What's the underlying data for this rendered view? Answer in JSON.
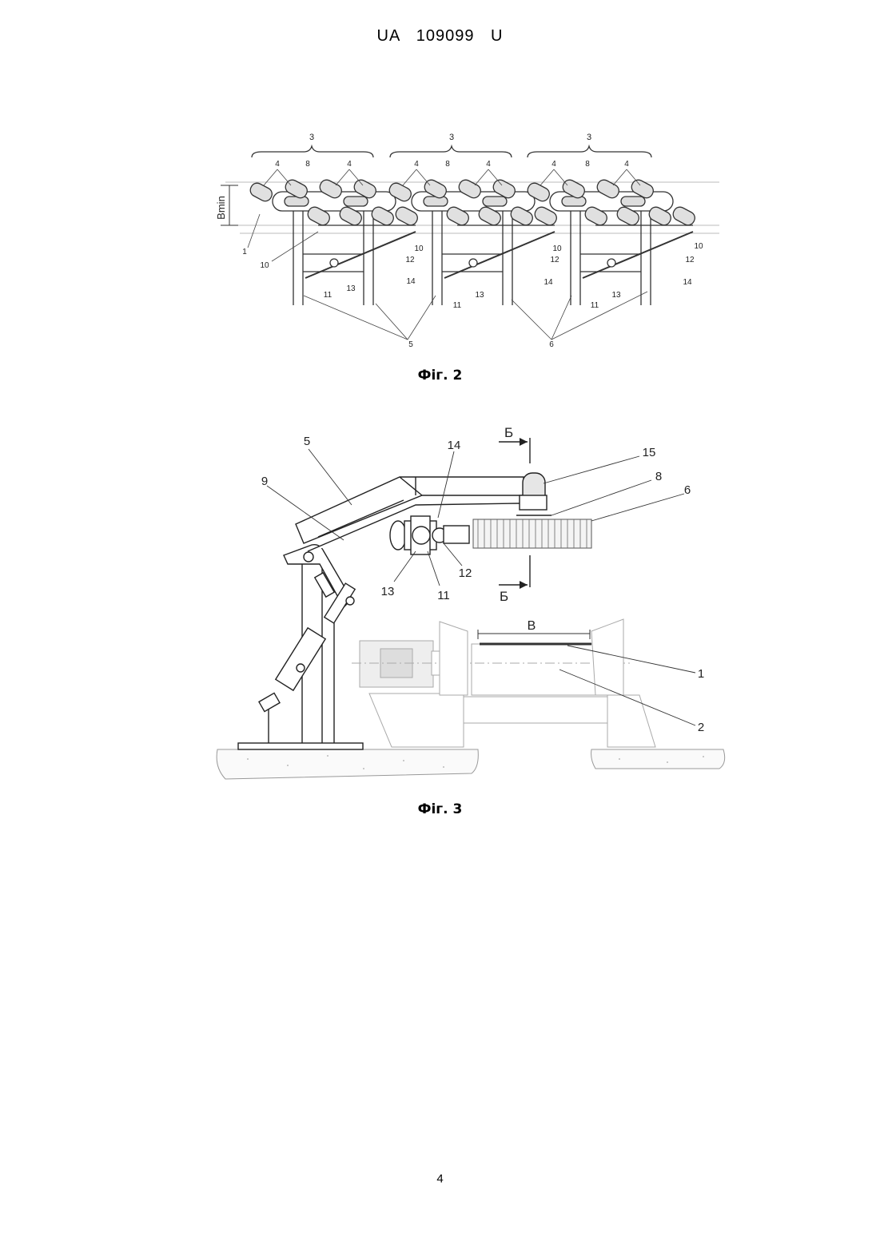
{
  "header": "UA   109099   U",
  "figure2": {
    "caption": "Фіг. 2",
    "group_labels": [
      "3",
      "3",
      "3"
    ],
    "dimension_label": "Bmin",
    "labels": {
      "l4": "4",
      "l8": "8",
      "l1": "1",
      "l10": "10",
      "l12": "12",
      "l13": "13",
      "l14": "14",
      "l11": "11",
      "l5": "5",
      "l6": "6"
    }
  },
  "figure3": {
    "caption": "Фіг. 3",
    "section_label": "Б",
    "width_label": "B",
    "labels": {
      "l5": "5",
      "l9": "9",
      "l14": "14",
      "l15": "15",
      "l8": "8",
      "l6": "6",
      "l13": "13",
      "l11": "11",
      "l12": "12",
      "l1": "1",
      "l2": "2"
    }
  },
  "page_number": "4"
}
